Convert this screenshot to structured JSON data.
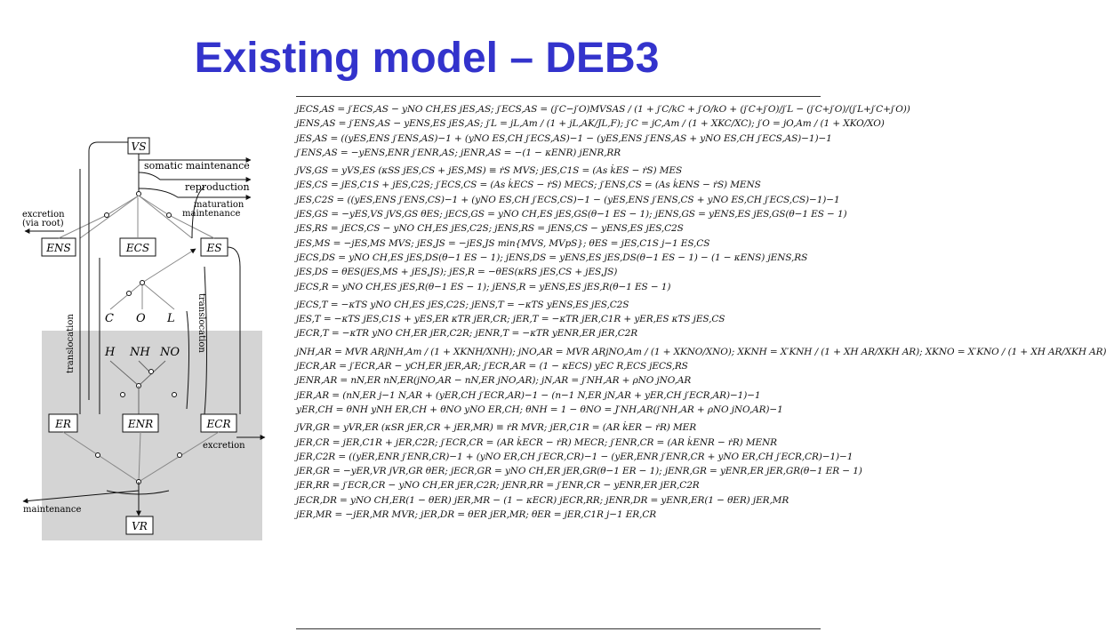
{
  "slide": {
    "title": "Existing model – DEB3"
  },
  "diagram": {
    "boxes": {
      "vs": "VS",
      "ens": "ENS",
      "ecs": "ECS",
      "es": "ES",
      "er": "ER",
      "enr": "ENR",
      "ecr": "ECR",
      "vr": "VR"
    },
    "labels": {
      "somatic_maintenance": "somatic maintenance",
      "reproduction": "reproduction",
      "maturation": "maturation",
      "maintenance_top": "maintenance",
      "excretion_root_1": "excretion",
      "excretion_root_2": "(via root)",
      "excretion_right": "excretion",
      "maintenance_bottom": "maintenance",
      "translocation_left": "translocation",
      "translocation_right": "translocation",
      "c": "C",
      "o": "O",
      "l": "L",
      "h": "H",
      "nh": "NH",
      "no": "NO"
    }
  },
  "equations": [
    "jECS,AS = j′ECS,AS − yNO CH,ES jES,AS;    j′ECS,AS = (j′C−j′O)MVSAS / (1 + j′C/kC + j′O/kO + (j′C+j′O)/j′L − (j′C+j′O)/(j′L+j′C+j′O))",
    "jENS,AS = j′ENS,AS − yENS,ES jES,AS;    j′L = jL,Am / (1 + jL,AK/JL,F);    j′C = jC,Am / (1 + XKC/XC);    j′O = jO,Am / (1 + XKO/XO)",
    "jES,AS = ((yES,ENS j′ENS,AS)−1 + (yNO ES,CH j′ECS,AS)−1 − (yES,ENS j′ENS,AS + yNO ES,CH j′ECS,AS)−1)−1",
    "j′ENS,AS = −yENS,ENR j′ENR,AS;    jENR,AS = −(1 − κENR) jENR,RR",
    "jVS,GS = yVS,ES (κSS jES,CS + jES,MS) ≡ ṙS MVS;    jES,C1S = (As k̇ES − ṙS) MES",
    "jES,CS = jES,C1S + jES,C2S;    j′ECS,CS = (As k̇ECS − ṙS) MECS;    j′ENS,CS = (As k̇ENS − ṙS) MENS",
    "jES,C2S = ((yES,ENS j′ENS,CS)−1 + (yNO ES,CH j′ECS,CS)−1 − (yES,ENS j′ENS,CS + yNO ES,CH j′ECS,CS)−1)−1",
    "jES,GS = −yES,VS jVS,GS θES;    jECS,GS = yNO CH,ES jES,GS(θ−1 ES − 1);    jENS,GS = yENS,ES jES,GS(θ−1 ES − 1)",
    "jES,RS = jECS,CS − yNO CH,ES jES,C2S;    jENS,RS = jENS,CS − yENS,ES jES,C2S",
    "jES,MS = −jES,MS MVS;    jES,JS = −jES,JS min{MVS, MVpS};    θES = jES,C1S j−1 ES,CS",
    "jECS,DS = yNO CH,ES jES,DS(θ−1 ES − 1);    jENS,DS = yENS,ES jES,DS(θ−1 ES − 1) − (1 − κENS) jENS,RS",
    "jES,DS = θES(jES,MS + jES,JS);    jES,R = −θES(κRS jES,CS + jES,JS)",
    "jECS,R = yNO CH,ES jES,R(θ−1 ES − 1);    jENS,R = yENS,ES jES,R(θ−1 ES − 1)",
    "jECS,T = −κTS yNO CH,ES jES,C2S;    jENS,T = −κTS yENS,ES jES,C2S",
    "jES,T = −κTS jES,C1S + yES,ER κTR jER,CR;    jER,T = −κTR jER,C1R + yER,ES κTS jES,CS",
    "jECR,T = −κTR yNO CH,ER jER,C2R;    jENR,T = −κTR yENR,ER jER,C2R",
    "jNH,AR = MVR ARjNH,Am / (1 + XKNH/XNH);    jNO,AR = MVR ARjNO,Am / (1 + XKNO/XNO);    XKNH = X′KNH / (1 + XH AR/XKH AR);    XKNO = X′KNO / (1 + XH AR/XKH AR)",
    "jECR,AR = j′ECR,AR − yCH,ER jER,AR;    j′ECR,AR = (1 − κECS) yEC R,ECS jECS,RS",
    "jENR,AR = nN,ER nN,ER(jNO,AR − nN,ER jNO,AR);    jN,AR = j′NH,AR + ρNO jNO,AR",
    "jER,AR = (nN,ER j−1 N,AR + (yER,CH j′ECR,AR)−1 − (n−1 N,ER jN,AR + yER,CH j′ECR,AR)−1)−1",
    "yER,CH = θNH yNH ER,CH + θNO yNO ER,CH;    θNH = 1 − θNO = J′NH,AR(j′NH,AR + ρNO jNO,AR)−1",
    "jVR,GR = yVR,ER (κSR jER,CR + jER,MR) ≡ ṙR MVR;    jER,C1R = (AR k̇ER − ṙR) MER",
    "jER,CR = jER,C1R + jER,C2R;    j′ECR,CR = (AR k̇ECR − ṙR) MECR;    j′ENR,CR = (AR k̇ENR − ṙR) MENR",
    "jER,C2R = ((yER,ENR j′ENR,CR)−1 + (yNO ER,CH j′ECR,CR)−1 − (yER,ENR j′ENR,CR + yNO ER,CH j′ECR,CR)−1)−1",
    "jER,GR = −yER,VR jVR,GR θER;    jECR,GR = yNO CH,ER jER,GR(θ−1 ER − 1);    jENR,GR = yENR,ER jER,GR(θ−1 ER − 1)",
    "jER,RR = j′ECR,CR − yNO CH,ER jER,C2R;    jENR,RR = j′ENR,CR − yENR,ER jER,C2R",
    "jECR,DR = yNO CH,ER(1 − θER) jER,MR − (1 − κECR) jECR,RR;    jENR,DR = yENR,ER(1 − θER) jER,MR",
    "jER,MR = −jER,MR MVR;    jER,DR = θER jER,MR;    θER = jER,C1R j−1 ER,CR"
  ]
}
